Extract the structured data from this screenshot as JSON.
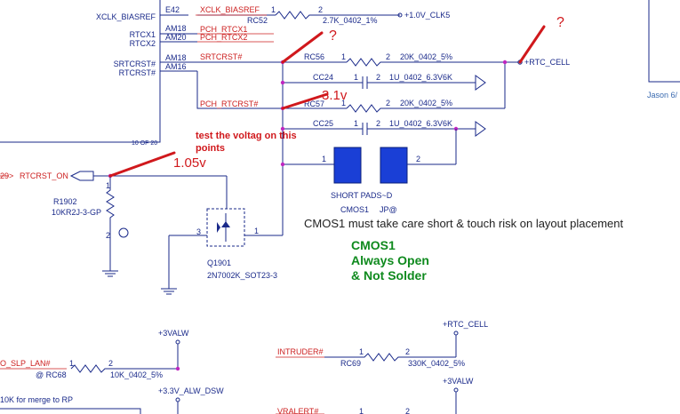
{
  "pins_left": {
    "xclk": "XCLK_BIASREF",
    "rtcx1": "RTCX1",
    "rtcx2": "RTCX2",
    "srtcrst": "SRTCRST#",
    "rtcrst": "RTCRST#",
    "part_ref": "10 OF 20"
  },
  "ball_ids": {
    "e42": "E42",
    "am18a": "AM18",
    "am20": "AM20",
    "am18b": "AM18",
    "am16": "AM16"
  },
  "nets": {
    "xclk_biasref": "XCLK_BIASREF",
    "pch_rtcx1": "PCH_RTCX1",
    "pch_rtcx2": "PCH_RTCX2",
    "srtcrst": "SRTCRST#",
    "pch_rtcrst": "PCH_RTCRST#",
    "rtcrst_on": "RTCRST_ON",
    "rtcrst_on_prefix": "29>",
    "intruder": "INTRUDER#",
    "slp_lan": "O_SLP_LAN#",
    "vralert": "VRALERT#"
  },
  "power": {
    "v1_clk5": "+1.0V_CLK5",
    "rtc_cell_top": "+RTC_CELL",
    "v3valw_left": "+3VALW",
    "v33_alw_dsw": "+3.3V_ALW_DSW",
    "rtc_cell_bottom": "+RTC_CELL",
    "v3valw_right": "+3VALW"
  },
  "components": {
    "rc52": "RC52",
    "rc52_val": "2.7K_0402_1%",
    "rc56": "RC56",
    "rc56_val": "20K_0402_5%",
    "cc24": "CC24",
    "cc24_val": "1U_0402_6.3V6K",
    "rc57": "RC57",
    "rc57_val": "20K_0402_5%",
    "cc25": "CC25",
    "cc25_val": "1U_0402_6.3V6K",
    "r1902": "R1902",
    "r1902_val": "10KR2J-3-GP",
    "q1901": "Q1901",
    "q1901_val": "2N7002K_SOT23-3",
    "short_pads": "SHORT PADS~D",
    "cmos1": "CMOS1",
    "jp": "JP@",
    "rc68": "@ RC68",
    "rc68_val": "10K_0402_5%",
    "rc69": "RC69",
    "rc69_val": "330K_0402_5%",
    "jason": "Jason 6/"
  },
  "pin_numbers": {
    "one": "1",
    "two": "2",
    "three": "3"
  },
  "annotations": {
    "q1": "?",
    "q2": "?",
    "v31": "3.1v",
    "test_line1": "test the voltag on this",
    "test_line2": "points",
    "v105": "1.05v",
    "layout_note": "CMOS1 must take care short & touch risk on layout placement",
    "cmos_title": "CMOS1",
    "cmos_l2": "Always Open",
    "cmos_l3": "& Not Solder",
    "merge_note": "10K for merge to RP"
  },
  "colors": {
    "wire": "#1a2a8a",
    "net_label": "#cc1f1f",
    "annotation": "#d0181c",
    "node": "#c026c0",
    "pad_fill": "#1a3fd6",
    "cmos_note": "#0f8a1e"
  }
}
